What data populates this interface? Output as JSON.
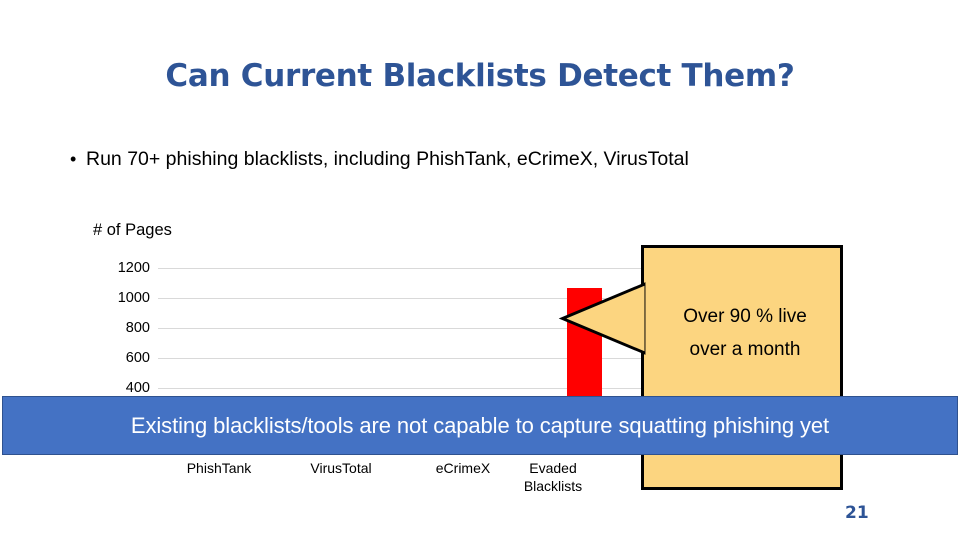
{
  "slide": {
    "title": "Can Current Blacklists Detect Them?",
    "bullet_marker": "•",
    "bullet_text": "Run 70+ phishing blacklists, including PhishTank, eCrimeX, VirusTotal",
    "banner_text": "Existing blacklists/tools are not capable to capture squatting phishing yet",
    "slide_number": "21",
    "callout_line1": "Over 90 % live",
    "callout_line2": "over a month",
    "colors": {
      "title_blue": "#2E5496",
      "banner_blue": "#4472C4",
      "callout_fill": "#FCD580",
      "callout_border": "#000000",
      "bar_red": "#FF0000",
      "gridline": "#D9D9D9"
    }
  },
  "chart_data": {
    "type": "bar",
    "title": "",
    "axis_title": "# of Pages",
    "xlabel": "",
    "ylabel": "# of Pages",
    "categories": [
      "PhishTank",
      "VirusTotal",
      "eCrimeX",
      "Evaded Blacklists"
    ],
    "values": [
      0,
      0,
      0,
      1067
    ],
    "ylim": [
      400,
      1200
    ],
    "yticks": [
      1200,
      1000,
      800,
      600,
      400
    ],
    "ytick_labels": [
      "1200",
      "1000",
      "800",
      "600",
      "400"
    ],
    "grid": true,
    "legend": "none",
    "annotations": [
      {
        "text": "Over 90 % live over a month",
        "points_to_category": "Evaded Blacklists"
      }
    ]
  }
}
